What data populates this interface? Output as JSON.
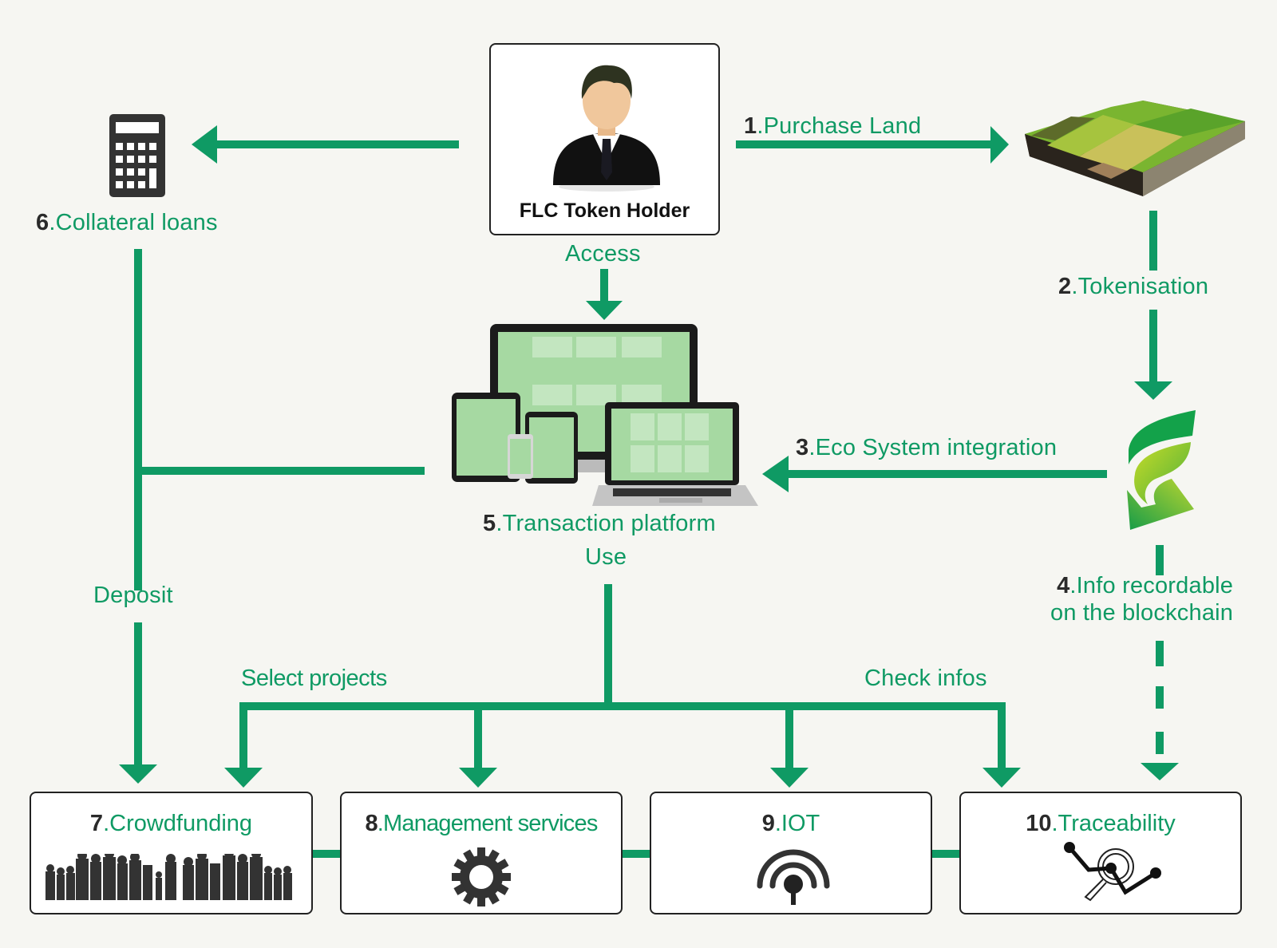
{
  "colors": {
    "accent": "#0f9a64",
    "background": "#f6f6f2",
    "number": "#2a2a2a",
    "icon_dark": "#333333"
  },
  "holder": {
    "title": "FLC Token Holder",
    "icon": "businessman-avatar-icon"
  },
  "labels": {
    "access": "Access",
    "deposit": "Deposit",
    "select_projects": "Select projects",
    "check_infos": "Check infos",
    "use": "Use"
  },
  "steps": [
    {
      "num": "1",
      "text": ".Purchase Land",
      "icon": "land-plot-icon"
    },
    {
      "num": "2",
      "text": ".Tokenisation"
    },
    {
      "num": "3",
      "text": ".Eco System integration",
      "icon": "flc-leaf-logo-icon"
    },
    {
      "num": "4",
      "text": ".Info recordable",
      "text2": "on the blockchain"
    },
    {
      "num": "5",
      "text": ".Transaction platform",
      "icon": "devices-icon"
    },
    {
      "num": "6",
      "text": ".Collateral loans",
      "icon": "calculator-icon"
    }
  ],
  "services": [
    {
      "num": "7",
      "text": ".Crowdfunding",
      "icon": "crowd-icon"
    },
    {
      "num": "8",
      "text": ".Management services",
      "icon": "gear-icon"
    },
    {
      "num": "9",
      "text": ".IOT",
      "icon": "signal-antenna-icon"
    },
    {
      "num": "10",
      "text": ".Traceability",
      "icon": "trace-magnifier-icon"
    }
  ]
}
